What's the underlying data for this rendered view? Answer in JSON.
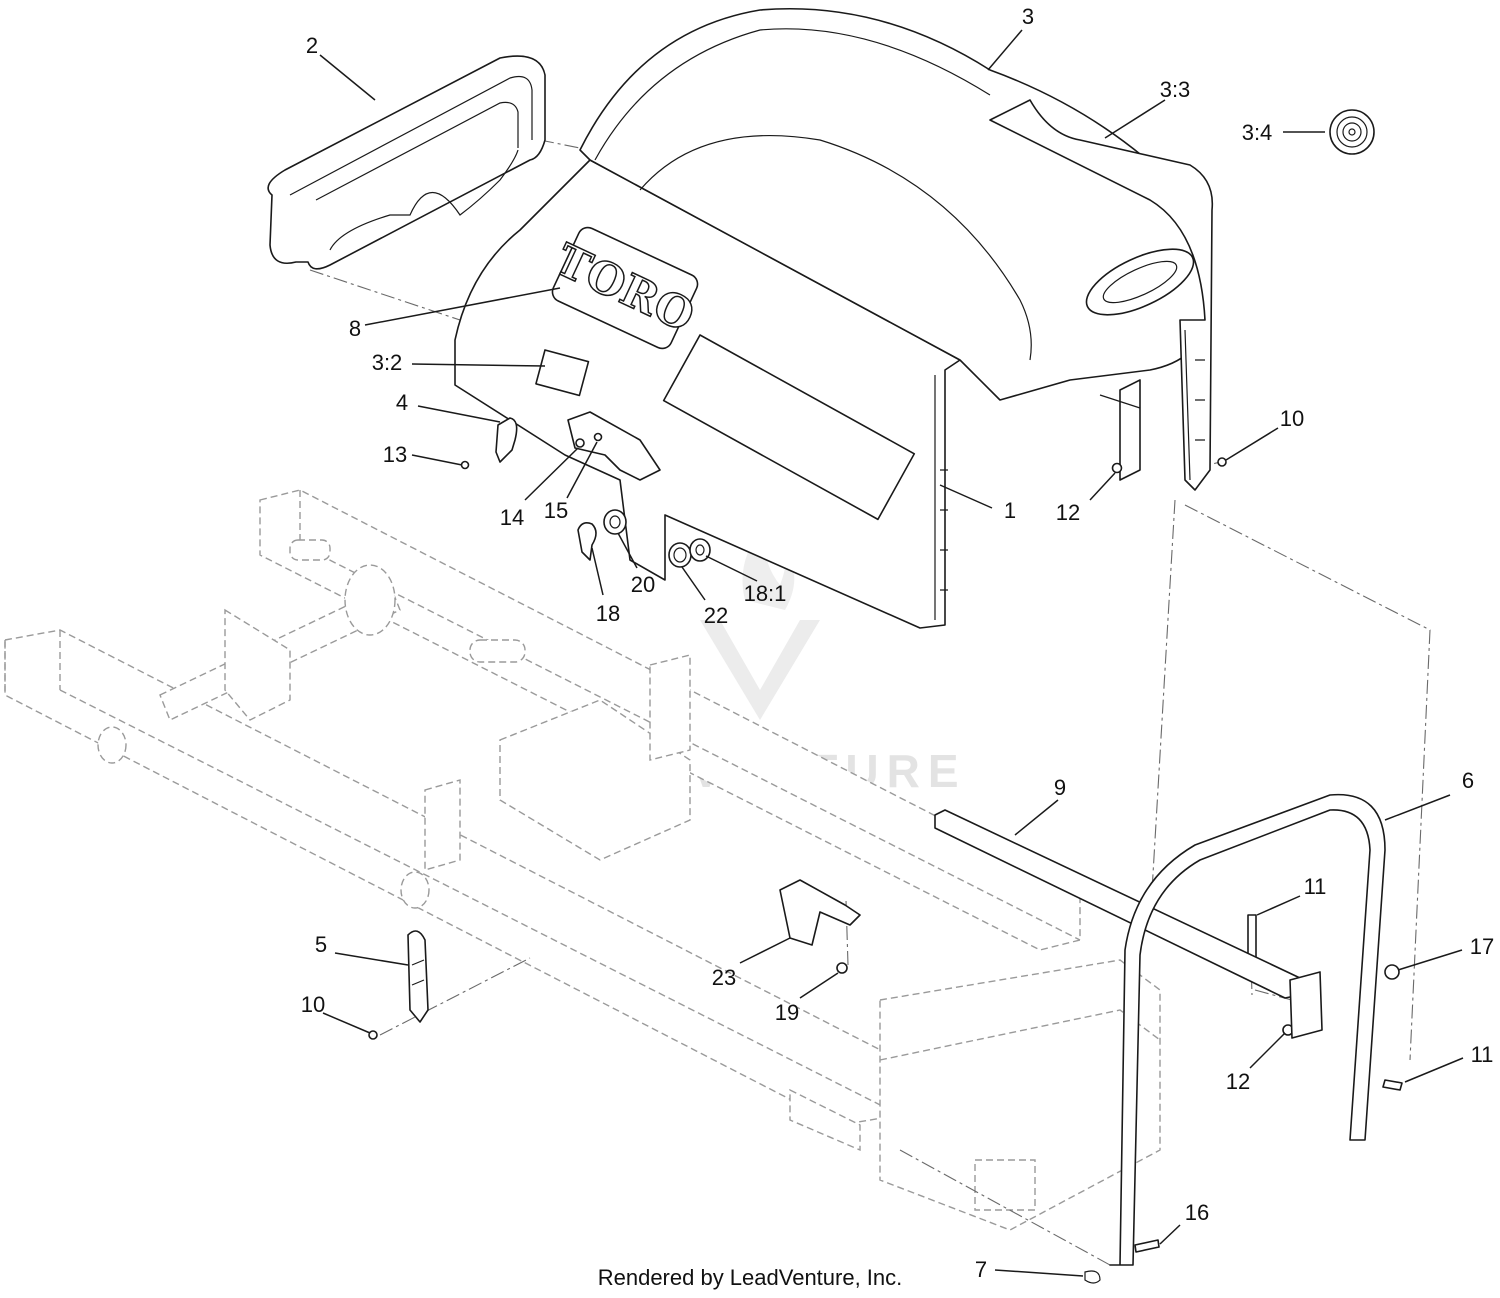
{
  "callouts": [
    {
      "id": "1",
      "label": "1"
    },
    {
      "id": "2",
      "label": "2"
    },
    {
      "id": "3",
      "label": "3"
    },
    {
      "id": "3-2",
      "label": "3:2"
    },
    {
      "id": "3-3",
      "label": "3:3"
    },
    {
      "id": "3-4",
      "label": "3:4"
    },
    {
      "id": "4",
      "label": "4"
    },
    {
      "id": "5",
      "label": "5"
    },
    {
      "id": "6",
      "label": "6"
    },
    {
      "id": "7",
      "label": "7"
    },
    {
      "id": "8",
      "label": "8"
    },
    {
      "id": "9",
      "label": "9"
    },
    {
      "id": "10a",
      "label": "10"
    },
    {
      "id": "10b",
      "label": "10"
    },
    {
      "id": "11a",
      "label": "11"
    },
    {
      "id": "11b",
      "label": "11"
    },
    {
      "id": "12a",
      "label": "12"
    },
    {
      "id": "12b",
      "label": "12"
    },
    {
      "id": "13",
      "label": "13"
    },
    {
      "id": "14",
      "label": "14"
    },
    {
      "id": "15",
      "label": "15"
    },
    {
      "id": "16",
      "label": "16"
    },
    {
      "id": "17",
      "label": "17"
    },
    {
      "id": "18",
      "label": "18"
    },
    {
      "id": "18-1",
      "label": "18:1"
    },
    {
      "id": "19",
      "label": "19"
    },
    {
      "id": "20",
      "label": "20"
    },
    {
      "id": "22",
      "label": "22"
    },
    {
      "id": "23",
      "label": "23"
    }
  ],
  "logo_text": "TORO",
  "watermark_text": "LEADVENTURE",
  "footer_text": "Rendered by LeadVenture, Inc."
}
